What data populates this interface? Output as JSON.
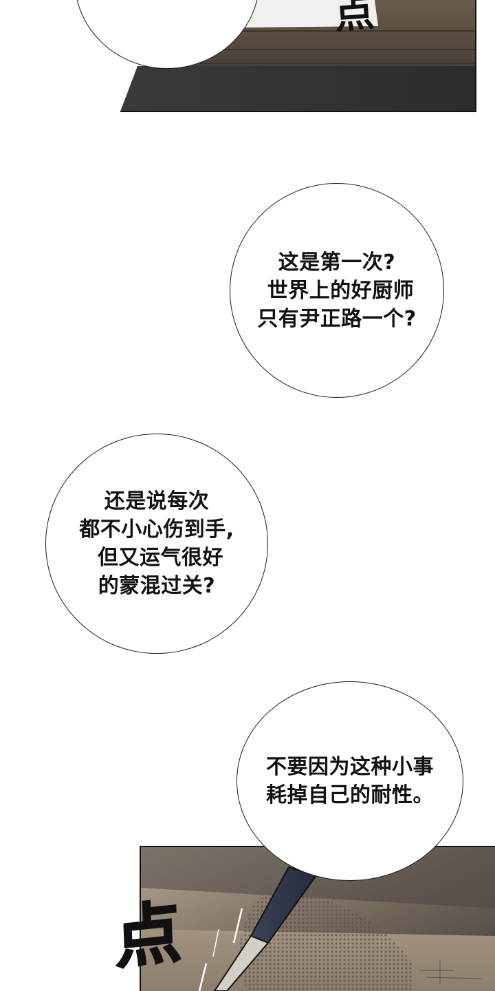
{
  "speech_bubbles": [
    {
      "lines": "这是第一次?\n 世界上的好厨师\n只有尹正路一个?"
    },
    {
      "lines": "还是说每次\n都不小心伤到手,\n 但又运气很好\n的蒙混过关?"
    },
    {
      "lines": "不要因为这种小事\n耗掉自己的耐性。"
    }
  ],
  "sound_effects": {
    "top": "点",
    "bottom": "点"
  }
}
